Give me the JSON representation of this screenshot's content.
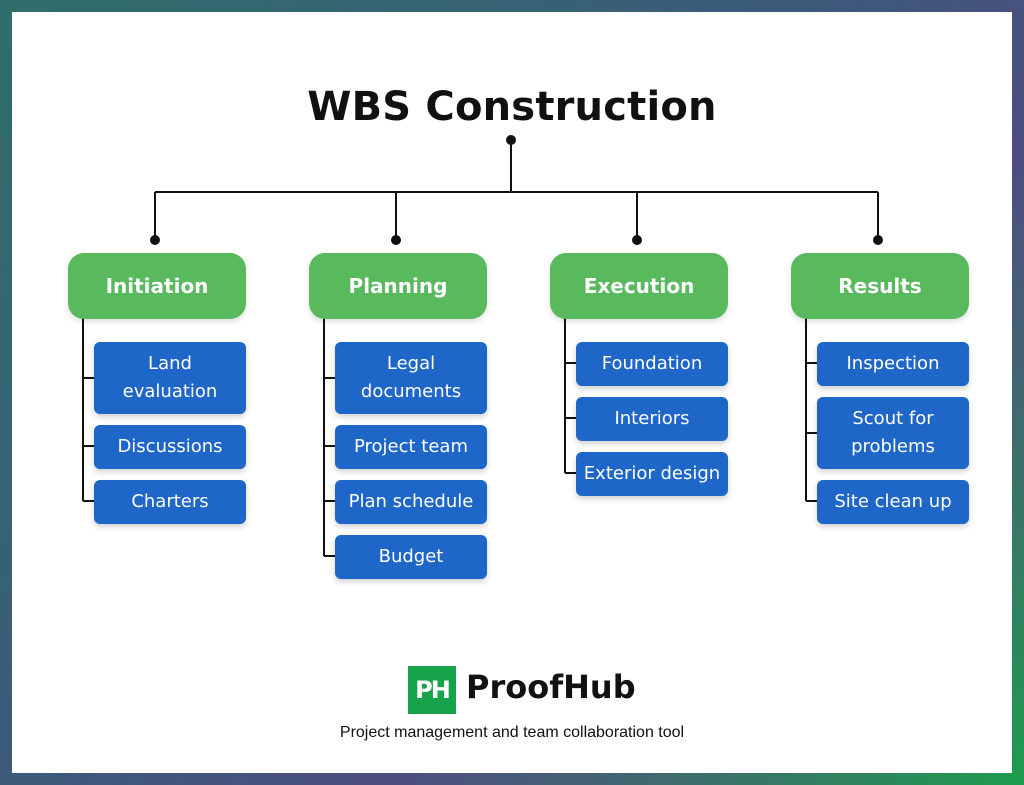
{
  "title": "WBS Construction",
  "phases": [
    {
      "label": "Initiation",
      "tasks": [
        "Land evaluation",
        "Discussions",
        "Charters"
      ]
    },
    {
      "label": "Planning",
      "tasks": [
        "Legal documents",
        "Project team",
        "Plan schedule",
        "Budget"
      ]
    },
    {
      "label": "Execution",
      "tasks": [
        "Foundation",
        "Interiors",
        "Exterior design"
      ]
    },
    {
      "label": "Results",
      "tasks": [
        "Inspection",
        "Scout for problems",
        "Site clean up"
      ]
    }
  ],
  "footer": {
    "logo_text": "PH",
    "brand": "ProofHub",
    "tagline": "Project management and team collaboration tool"
  },
  "colors": {
    "phase": "#58b95d",
    "task": "#1f66c9",
    "brand_green": "#17a34a"
  }
}
